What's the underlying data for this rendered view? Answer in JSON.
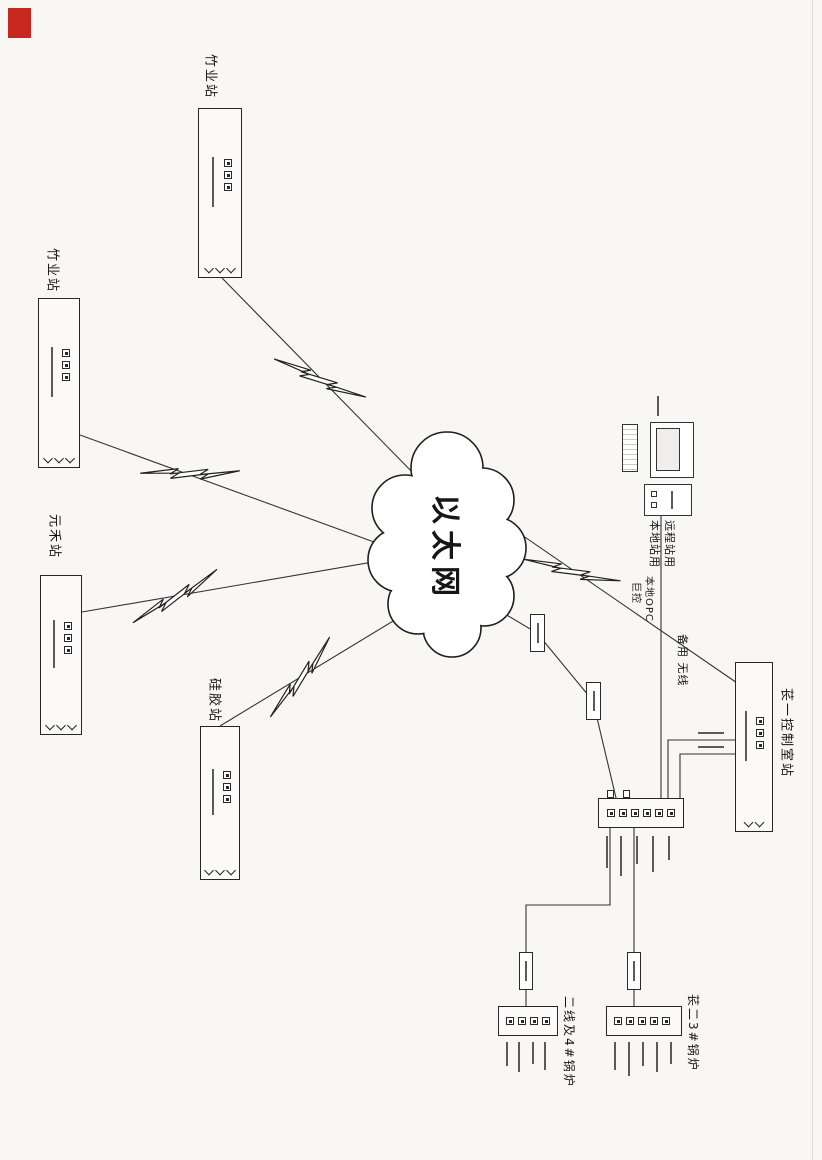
{
  "page": {
    "kind": "scanned industrial network topology drawing",
    "marker_color": "#c8281e",
    "line_color": "#333333"
  },
  "cloud": {
    "label": "以太网"
  },
  "stations": [
    {
      "label": "竹业站"
    },
    {
      "label": "竹业站"
    },
    {
      "label": "元禾站"
    },
    {
      "label": "硅胶站"
    },
    {
      "label": "苌一控制室站"
    }
  ],
  "workstation": {
    "label_line1": "本地站用",
    "label_line2": "远程站用",
    "opc_label": "本地OPC",
    "vendor_label": "巨控",
    "wireless_label": "备用 无线"
  },
  "boilers": [
    {
      "label": "二线及4#锅炉"
    },
    {
      "label": "苌二3#锅炉"
    }
  ]
}
